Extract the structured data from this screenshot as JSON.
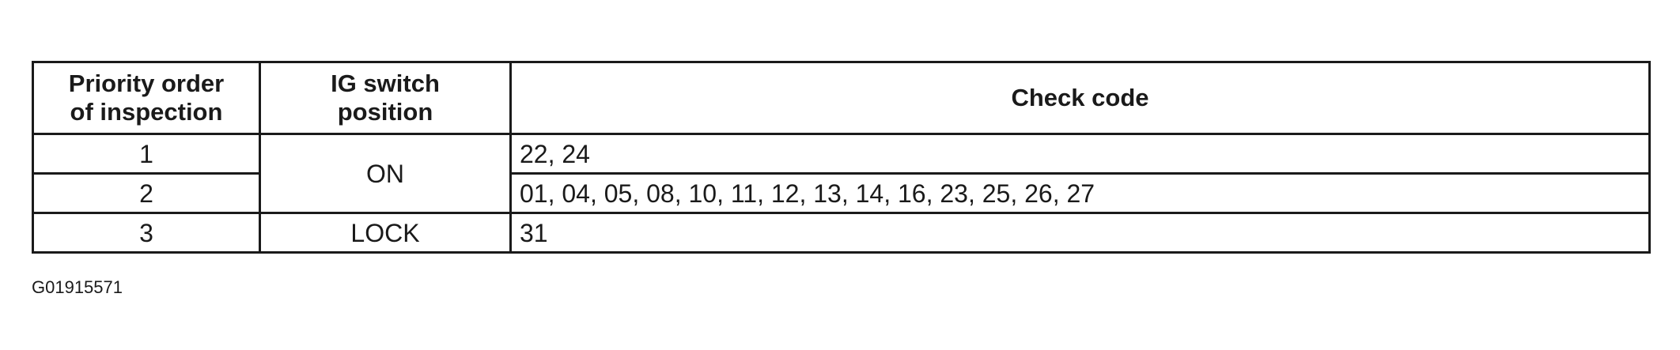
{
  "table": {
    "headers": [
      "Priority order\nof inspection",
      "IG switch\nposition",
      "Check code"
    ],
    "rows": [
      {
        "priority": "1",
        "ig_position": "ON",
        "check_code": "22, 24"
      },
      {
        "priority": "2",
        "ig_position": "ON",
        "check_code": "01, 04, 05, 08, 10, 11, 12, 13, 14, 16, 23, 25, 26, 27"
      },
      {
        "priority": "3",
        "ig_position": "LOCK",
        "check_code": "31"
      }
    ]
  },
  "figure_id": "G01915571"
}
